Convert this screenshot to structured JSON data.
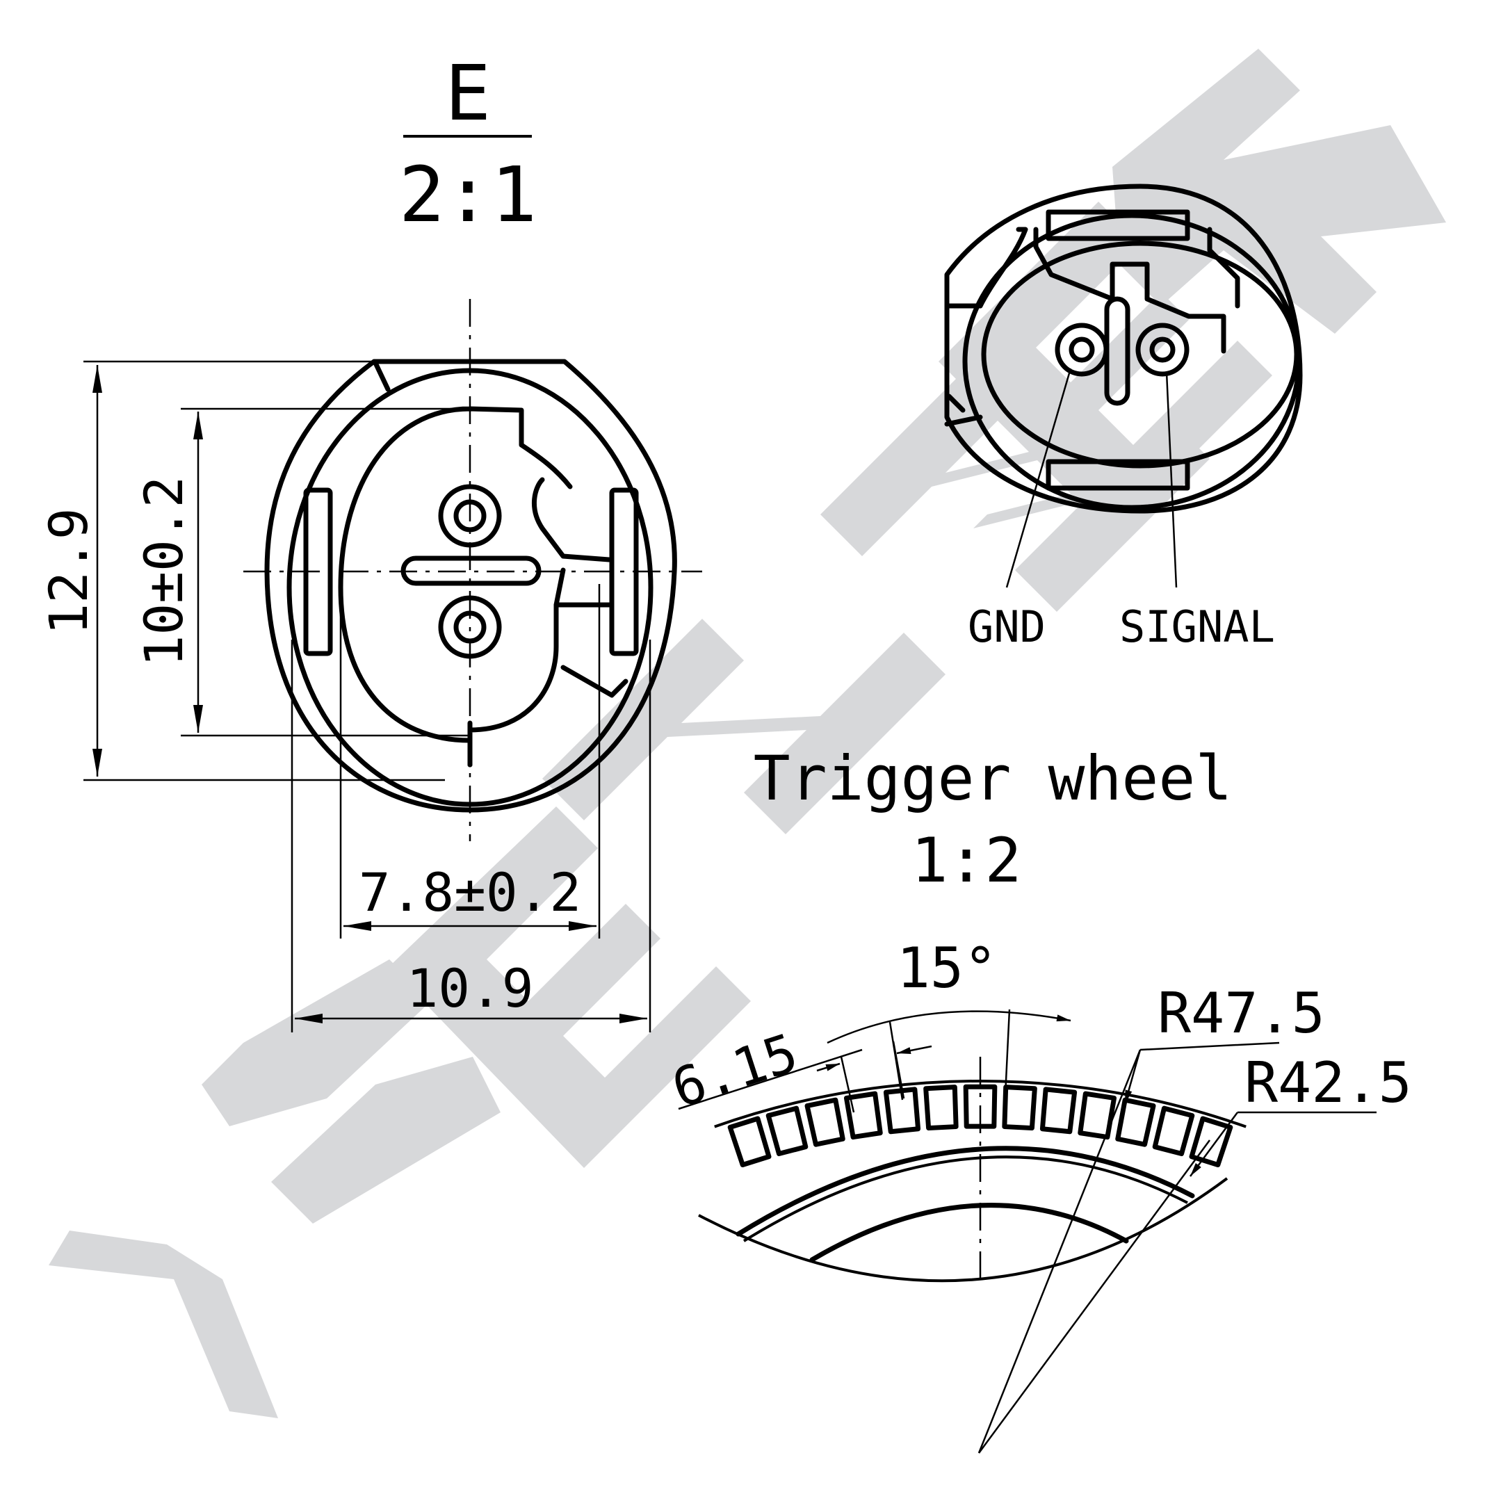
{
  "watermark": {
    "text": "ZENMEK",
    "color": "#d7d8da"
  },
  "view_e": {
    "title": "E",
    "scale": "2:1",
    "dim_height_total": "12.9",
    "dim_height_inner": "10±0.2",
    "dim_width_inner": "7.8±0.2",
    "dim_width_total": "10.9"
  },
  "connector_view": {
    "pin_gnd": "GND",
    "pin_signal": "SIGNAL"
  },
  "trigger_wheel": {
    "title": "Trigger wheel",
    "scale": "1:2",
    "angle": "15°",
    "tooth": "6.15",
    "radius_outer": "R47.5",
    "radius_inner": "R42.5"
  },
  "colors": {
    "line": "#000000",
    "background": "#ffffff"
  }
}
